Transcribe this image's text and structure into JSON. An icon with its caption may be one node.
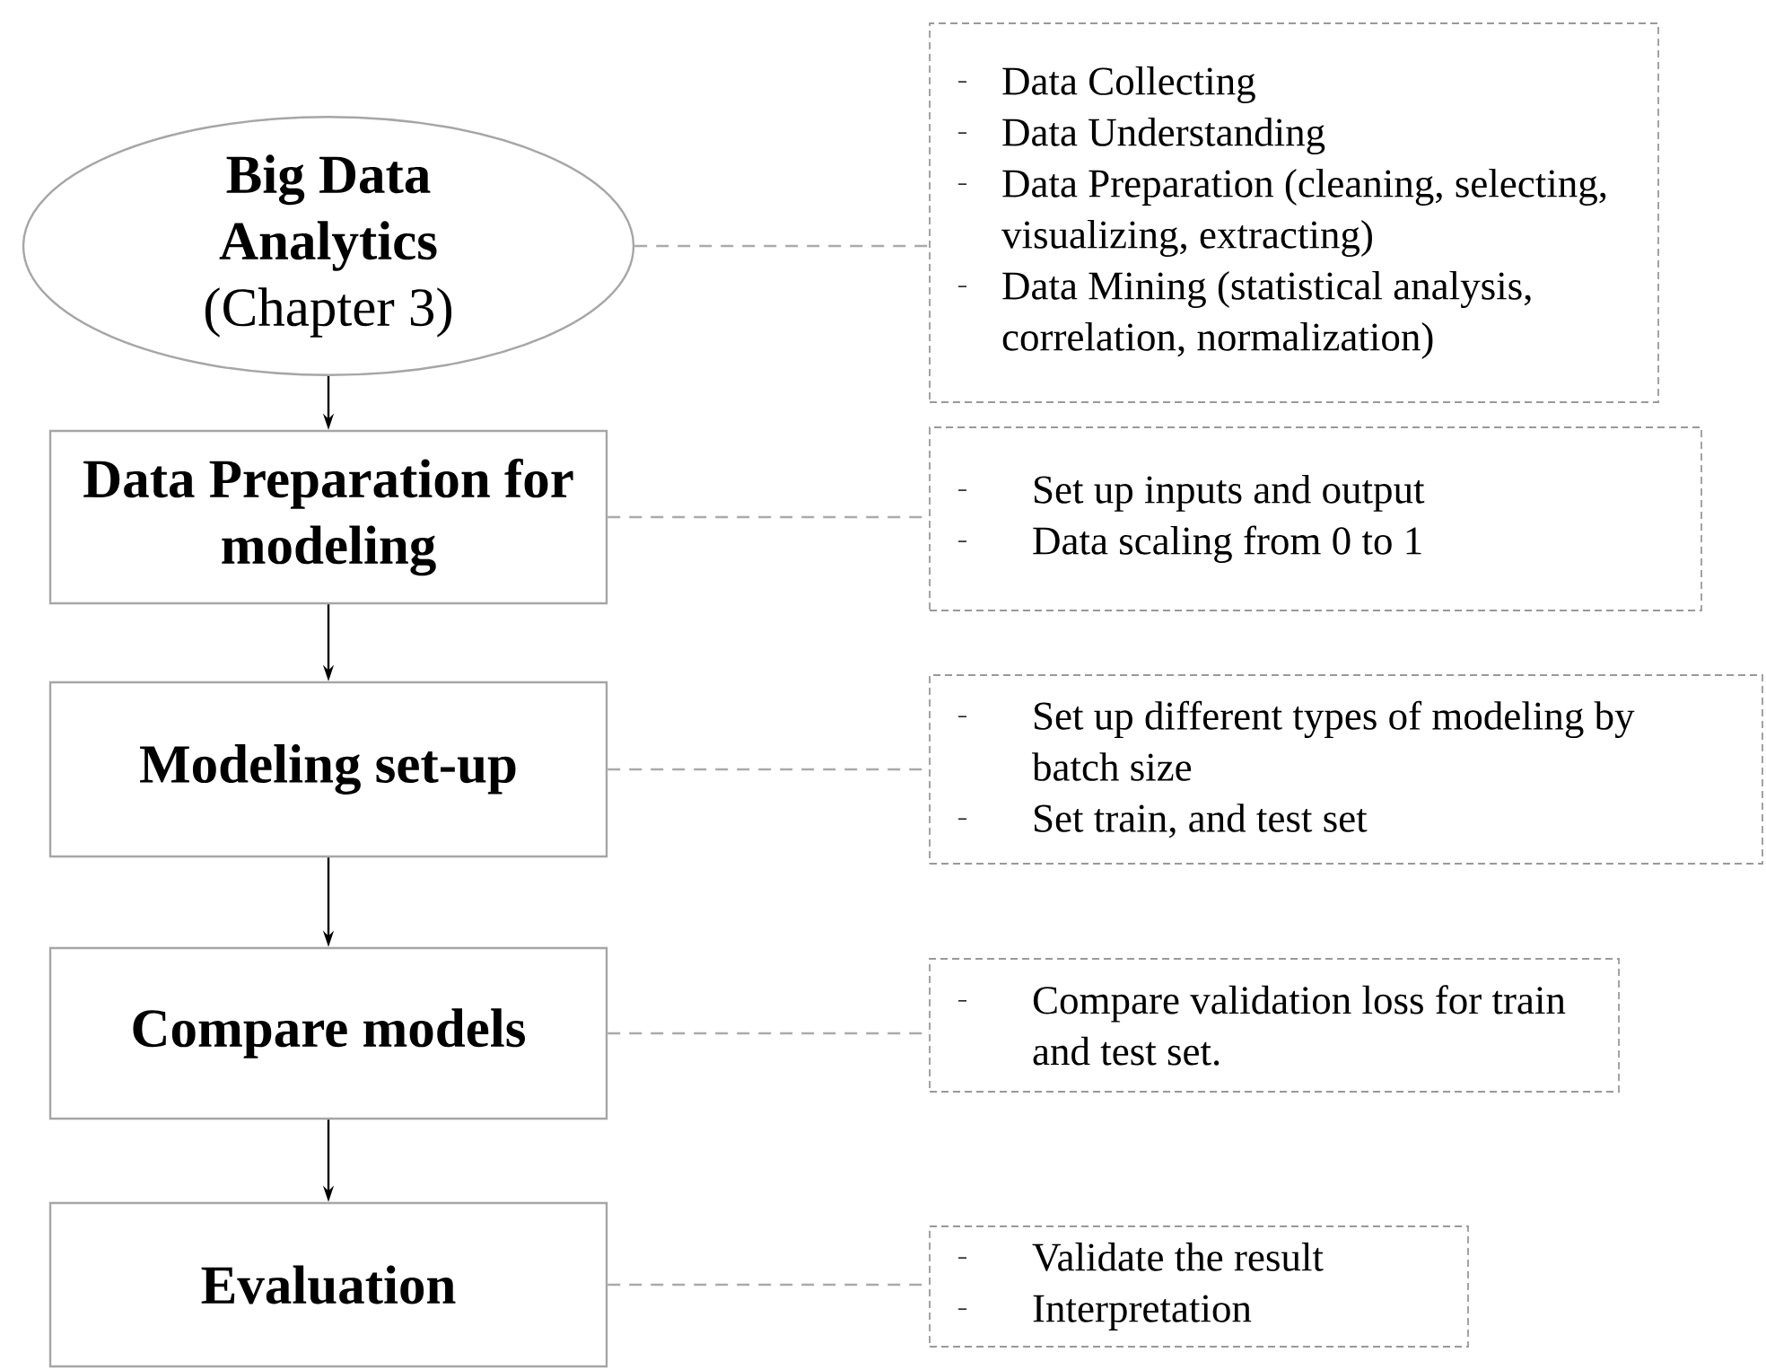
{
  "diagram": {
    "nodes": [
      {
        "text": [
          "Big Data Analytics",
          "(Chapter 3)"
        ]
      },
      {
        "text": [
          "Data Preparation for modeling"
        ]
      },
      {
        "text": [
          "Modeling set-up"
        ]
      },
      {
        "text": [
          "Compare models"
        ]
      },
      {
        "text": [
          "Evaluation"
        ]
      },
      {
        "text": [
          "Data Collecting",
          "Data Understanding",
          "Data Preparation (cleaning, selecting, visualizing, extracting)",
          "Data Mining (statistical analysis, correlation, normalization)"
        ]
      },
      {
        "text": [
          "Set up inputs and output",
          "Data scaling from 0 to 1"
        ]
      },
      {
        "text": [
          "Set up different types of modeling by batch size",
          "Set train, and test set"
        ]
      },
      {
        "text": [
          "Compare validation loss for train and test set."
        ]
      },
      {
        "text": [
          "Validate the result",
          "Interpretation"
        ]
      }
    ],
    "edges": [
      {
        "from": 0,
        "to": 1,
        "arrow": "to",
        "color": "#000000"
      },
      {
        "from": 1,
        "to": 2,
        "arrow": "to",
        "color": "#000000"
      },
      {
        "from": 2,
        "to": 3,
        "arrow": "to",
        "color": "#000000"
      },
      {
        "from": 3,
        "to": 4,
        "arrow": "to",
        "color": "#000000"
      },
      {
        "from": 0,
        "to": 5,
        "arrow": "none",
        "style": "dashed"
      },
      {
        "from": 1,
        "to": 6,
        "arrow": "none",
        "style": "dashed"
      },
      {
        "from": 2,
        "to": 7,
        "arrow": "none",
        "style": "dashed"
      },
      {
        "from": 3,
        "to": 8,
        "arrow": "none",
        "style": "dashed"
      },
      {
        "from": 4,
        "to": 9,
        "arrow": "none",
        "style": "dashed"
      }
    ]
  }
}
